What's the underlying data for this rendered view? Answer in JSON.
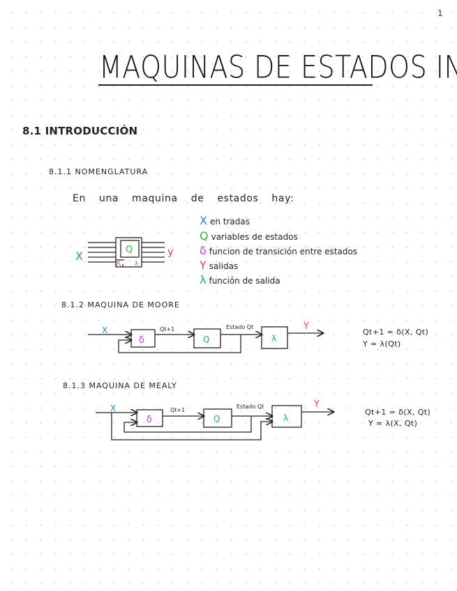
{
  "page_number": "1",
  "title": "MAQUINAS DE ESTADOS INFINITOS",
  "section": "8.1 INTRODUCCIÓN",
  "subsections": {
    "nomenclatura": "8.1.1 NOMENGLATURA",
    "moore": "8.1.2 MAQUINA DE MOORE",
    "mealy": "8.1.3 MAQUINA DE MEALY"
  },
  "intro_text": "En una maquina de estados hay:",
  "legend": [
    {
      "symbol": "X",
      "text": "en tradas",
      "color": "#2a8bd8"
    },
    {
      "symbol": "Q",
      "text": "variables de estados",
      "color": "#35b34a"
    },
    {
      "symbol": "δ",
      "text": "funcion de transición entre estados",
      "color": "#b248d6"
    },
    {
      "symbol": "Y",
      "text": "salidas",
      "color": "#e0359a"
    },
    {
      "symbol": "λ",
      "text": "función de salida",
      "color": "#1aa9a4"
    }
  ],
  "block": {
    "x": "X",
    "q": "Q",
    "delta": "δ",
    "lambda": "λ",
    "y": "y"
  },
  "moore": {
    "x": "X",
    "delta": "δ",
    "q_next": "Qt+1",
    "q": "Q",
    "estado": "Estado Qt",
    "lambda": "λ",
    "y": "Y",
    "eq1": "Qt+1 = δ(X, Qt)",
    "eq2": "Y = λ(Qt)"
  },
  "mealy": {
    "x": "X",
    "delta": "δ",
    "q_next": "Qt+1",
    "q": "Q",
    "estado": "Estado Qt",
    "lambda": "λ",
    "y": "Y",
    "eq1": "Qt+1 = δ(X, Qt)",
    "eq2": "Y = λ(X, Qt)"
  },
  "colors": {
    "x": "#2a8bd8",
    "q": "#35b34a",
    "delta": "#b248d6",
    "y": "#e0359a",
    "lambda": "#1aa9a4",
    "ink": "#222222"
  }
}
